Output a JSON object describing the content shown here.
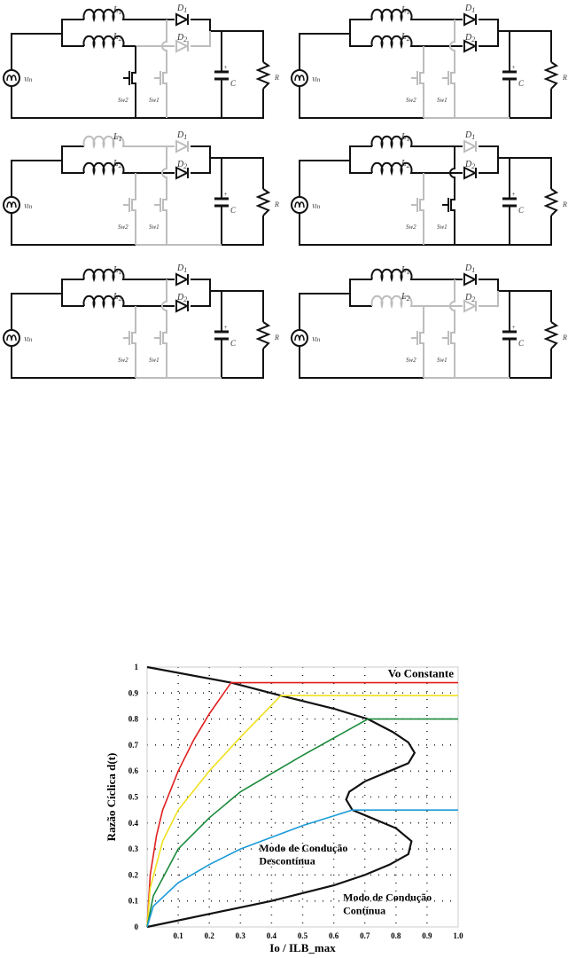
{
  "circuit_labels": {
    "L1": "L",
    "L1_sub": "1",
    "L2": "L",
    "L2_sub": "2",
    "D1": "D",
    "D1_sub": "1",
    "D2": "D",
    "D2_sub": "2",
    "Sw2": "Sw2",
    "Sw1": "Sw1",
    "Vin": "Vin",
    "C": "C",
    "R": "R",
    "plus": "+"
  },
  "colors": {
    "active": "#111111",
    "inactive": "#bdbdbd"
  },
  "panels": [
    {
      "name": "stage-1",
      "L1": 1,
      "L2": 1,
      "D1": 1,
      "D2": 0,
      "Sw2": 1,
      "Sw1": 0
    },
    {
      "name": "stage-2",
      "L1": 1,
      "L2": 1,
      "D1": 1,
      "D2": 1,
      "Sw2": 0,
      "Sw1": 0
    },
    {
      "name": "stage-3",
      "L1": 0,
      "L2": 1,
      "D1": 0,
      "D2": 1,
      "Sw2": 0,
      "Sw1": 0
    },
    {
      "name": "stage-4",
      "L1": 1,
      "L2": 1,
      "D1": 0,
      "D2": 1,
      "Sw2": 0,
      "Sw1": 1
    },
    {
      "name": "stage-5",
      "L1": 1,
      "L2": 1,
      "D1": 1,
      "D2": 1,
      "Sw2": 0,
      "Sw1": 0
    },
    {
      "name": "stage-6",
      "L1": 1,
      "L2": 0,
      "D1": 1,
      "D2": 0,
      "Sw2": 0,
      "Sw1": 0
    }
  ],
  "chart_data": {
    "type": "line",
    "xlabel": "Io / ILB_max",
    "ylabel": "Razão Cíclica d(t)",
    "xlim": [
      0,
      1
    ],
    "ylim": [
      0,
      1
    ],
    "grid": true,
    "xticks": [
      "0.1",
      "0.2",
      "0.3",
      "0.4",
      "0.5",
      "0.6",
      "0.7",
      "0.8",
      "0.9",
      "1.0"
    ],
    "yticks": [
      "0",
      "0.1",
      "0.2",
      "0.3",
      "0.4",
      "0.5",
      "0.6",
      "0.7",
      "0.8",
      "0.9",
      "1"
    ],
    "annotations": [
      "Vo Constante",
      "Modo de Condução",
      "Descontínua",
      "Modo de Condução",
      "Contínua"
    ],
    "series": [
      {
        "name": "boundary",
        "color": "#111111",
        "x": [
          0,
          0.27,
          0.43,
          0.6,
          0.71,
          0.79,
          0.84,
          0.86,
          0.84,
          0.78,
          0.7,
          0.65,
          0.64,
          0.66,
          0.72,
          0.8,
          0.85,
          0.84,
          0.78,
          0.7,
          0.6,
          0.4,
          0.2,
          0
        ],
        "y": [
          1,
          0.94,
          0.89,
          0.84,
          0.8,
          0.75,
          0.71,
          0.67,
          0.63,
          0.6,
          0.56,
          0.52,
          0.49,
          0.45,
          0.42,
          0.38,
          0.33,
          0.28,
          0.24,
          0.2,
          0.16,
          0.1,
          0.05,
          0
        ]
      },
      {
        "name": "red",
        "color": "#e02020",
        "x": [
          0,
          0.01,
          0.03,
          0.05,
          0.1,
          0.15,
          0.2,
          0.27,
          1
        ],
        "y": [
          0,
          0.2,
          0.35,
          0.45,
          0.6,
          0.72,
          0.82,
          0.94,
          0.94
        ]
      },
      {
        "name": "yellow",
        "color": "#f0e020",
        "x": [
          0,
          0.01,
          0.05,
          0.1,
          0.2,
          0.3,
          0.43,
          1
        ],
        "y": [
          0,
          0.15,
          0.33,
          0.45,
          0.6,
          0.73,
          0.89,
          0.89
        ]
      },
      {
        "name": "green",
        "color": "#1a8a3a",
        "x": [
          0,
          0.02,
          0.1,
          0.2,
          0.3,
          0.5,
          0.71,
          1
        ],
        "y": [
          0,
          0.12,
          0.3,
          0.42,
          0.52,
          0.66,
          0.8,
          0.8
        ]
      },
      {
        "name": "blue",
        "color": "#1a9ad8",
        "x": [
          0,
          0.02,
          0.1,
          0.2,
          0.3,
          0.5,
          0.66,
          1
        ],
        "y": [
          0,
          0.08,
          0.17,
          0.24,
          0.3,
          0.39,
          0.45,
          0.45
        ]
      }
    ]
  }
}
